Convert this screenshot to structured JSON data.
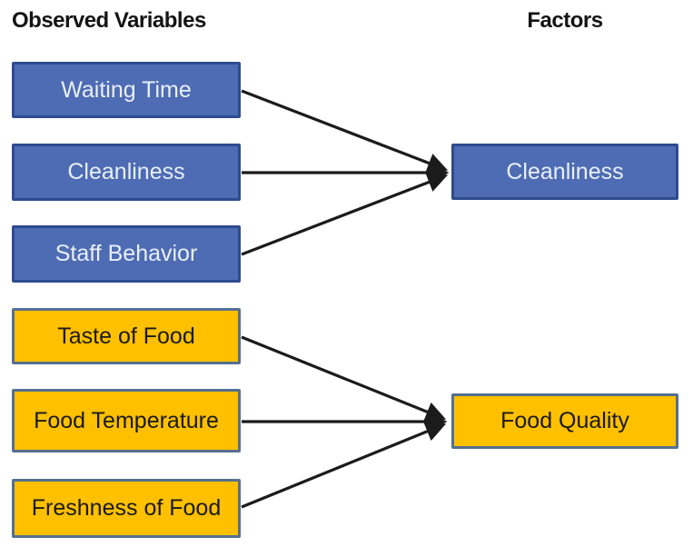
{
  "headers": {
    "left": "Observed Variables",
    "right": "Factors"
  },
  "observed_variables": [
    {
      "label": "Waiting Time",
      "color": "blue",
      "loads_on": "Cleanliness"
    },
    {
      "label": "Cleanliness",
      "color": "blue",
      "loads_on": "Cleanliness"
    },
    {
      "label": "Staff Behavior",
      "color": "blue",
      "loads_on": "Cleanliness"
    },
    {
      "label": "Taste of Food",
      "color": "yellow",
      "loads_on": "Food Quality"
    },
    {
      "label": "Food Temperature",
      "color": "yellow",
      "loads_on": "Food Quality"
    },
    {
      "label": "Freshness of Food",
      "color": "yellow",
      "loads_on": "Food Quality"
    }
  ],
  "factors": [
    {
      "label": "Cleanliness",
      "color": "blue"
    },
    {
      "label": "Food Quality",
      "color": "yellow"
    }
  ],
  "arrows": [
    {
      "from": "Waiting Time",
      "to": "Cleanliness"
    },
    {
      "from": "Cleanliness",
      "to": "Cleanliness"
    },
    {
      "from": "Staff Behavior",
      "to": "Cleanliness"
    },
    {
      "from": "Taste of Food",
      "to": "Food Quality"
    },
    {
      "from": "Food Temperature",
      "to": "Food Quality"
    },
    {
      "from": "Freshness of Food",
      "to": "Food Quality"
    }
  ],
  "colors": {
    "background": "#ffffff",
    "blue_fill": "#4e6cb3",
    "blue_border": "#2d4b8e",
    "blue_text": "#e9eff9",
    "yellow_fill": "#ffc000",
    "yellow_border": "#55708e",
    "yellow_text": "#1a1a1a",
    "arrow": "#1b1b1b"
  }
}
